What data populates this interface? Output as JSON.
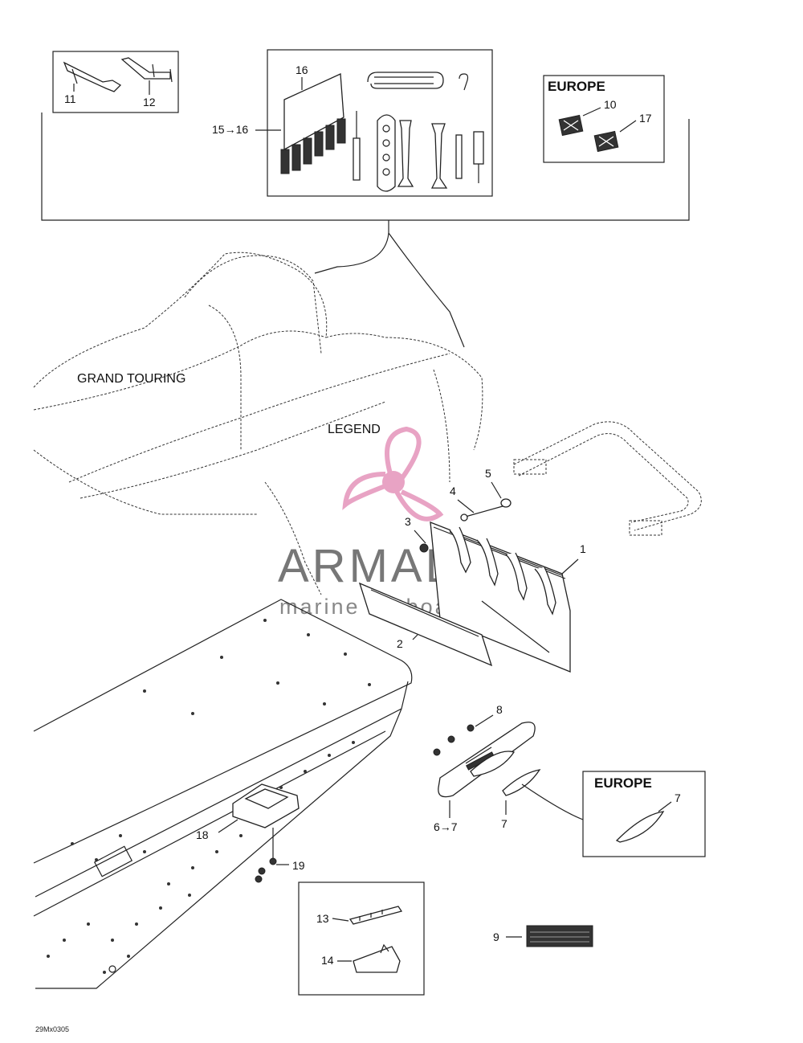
{
  "labels": {
    "c11": "11",
    "c12": "12",
    "c16": "16",
    "c15_16": "15→16",
    "c10": "10",
    "c17": "17",
    "c1": "1",
    "c2": "2",
    "c3": "3",
    "c4": "4",
    "c5": "5",
    "c8": "8",
    "c6_7": "6→7",
    "c7a": "7",
    "c7b": "7",
    "c18": "18",
    "c19": "19",
    "c13": "13",
    "c14": "14",
    "c9": "9"
  },
  "region_titles": {
    "europe_top": "EUROPE",
    "europe_bottom": "EUROPE"
  },
  "model_labels": {
    "grand_touring": "GRAND TOURING",
    "legend": "LEGEND"
  },
  "watermark": {
    "brand": "ARMADA",
    "tagline": "marine outboards",
    "color": "#e8a3c4"
  },
  "drawing_code": "29Mx0305"
}
